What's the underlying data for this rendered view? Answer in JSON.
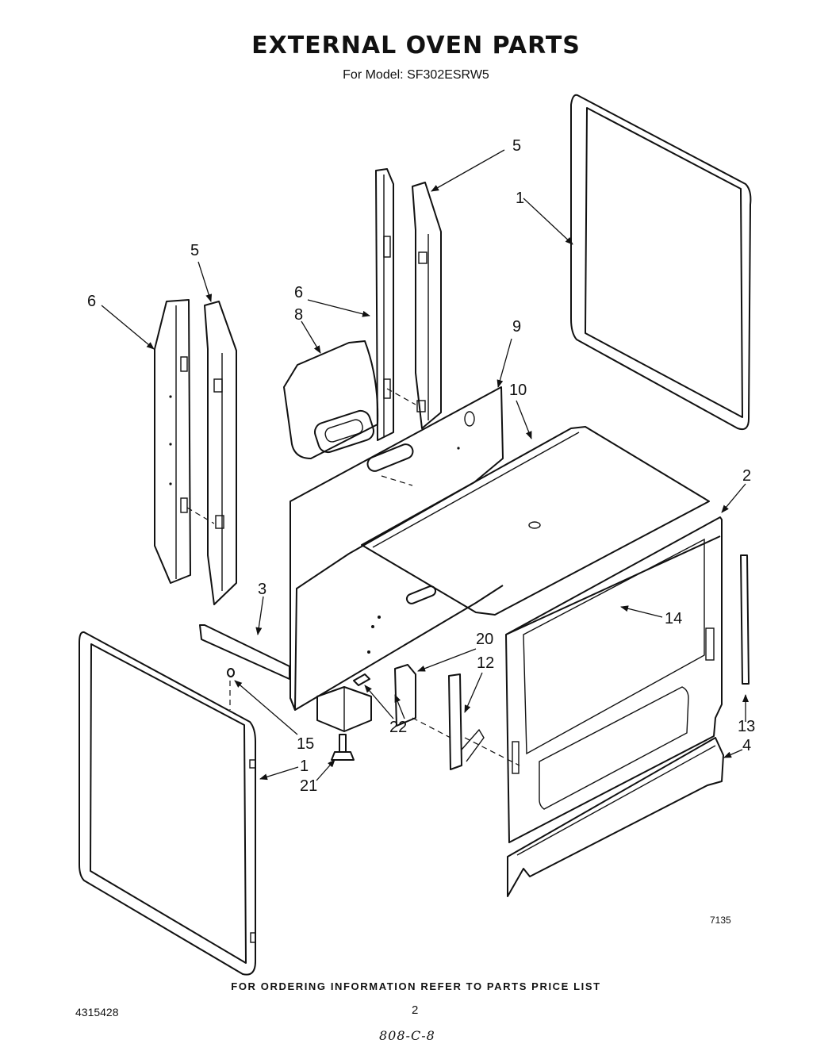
{
  "header": {
    "title": "EXTERNAL OVEN PARTS",
    "subtitle": "For Model: SF302ESRW5"
  },
  "callouts": {
    "c1_top": "1",
    "c1_bottom": "1",
    "c2": "2",
    "c3": "3",
    "c4": "4",
    "c5_left": "5",
    "c5_right": "5",
    "c6_left": "6",
    "c6_mid": "6",
    "c8": "8",
    "c9": "9",
    "c10": "10",
    "c12": "12",
    "c13": "13",
    "c14": "14",
    "c15": "15",
    "c20": "20",
    "c21": "21",
    "c22": "22"
  },
  "footer": {
    "ordering_note": "FOR ORDERING INFORMATION REFER TO PARTS PRICE LIST",
    "doc_number": "4315428",
    "page_number": "2",
    "handwritten": "808-C-8",
    "drawing_code": "7135"
  }
}
